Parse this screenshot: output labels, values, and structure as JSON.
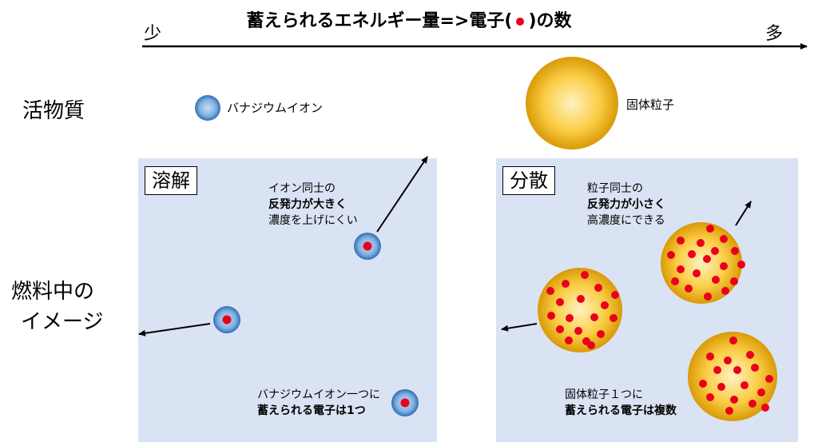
{
  "header": {
    "title_before": "蓄えられるエネルギー量=>電子(",
    "title_after": ")の数",
    "axis_low": "少",
    "axis_high": "多"
  },
  "rows": {
    "active_material": "活物質",
    "image_line1": "燃料中の",
    "image_line2": "イメージ"
  },
  "legend": {
    "vanadium_ion": "バナジウムイオン",
    "solid_particle": "固体粒子"
  },
  "left_panel": {
    "label": "溶解",
    "note_line1": "イオン同士の",
    "note_line2": "反発力が大きく",
    "note_line3": "濃度を上げにくい",
    "bottom_line1": "バナジウムイオン一つに",
    "bottom_line2": "蓄えられる電子は1つ"
  },
  "right_panel": {
    "label": "分散",
    "note_line1": "粒子同士の",
    "note_line2": "反発力が小さく",
    "note_line3": "高濃度にできる",
    "bottom_line1": "固体粒子１つに",
    "bottom_line2": "蓄えられる電子は複数"
  },
  "colors": {
    "panel_bg": "#dae3f3",
    "ion_blue": "#5b9bd5",
    "electron_red": "#e8001c",
    "particle_gold": "#f2b318"
  }
}
